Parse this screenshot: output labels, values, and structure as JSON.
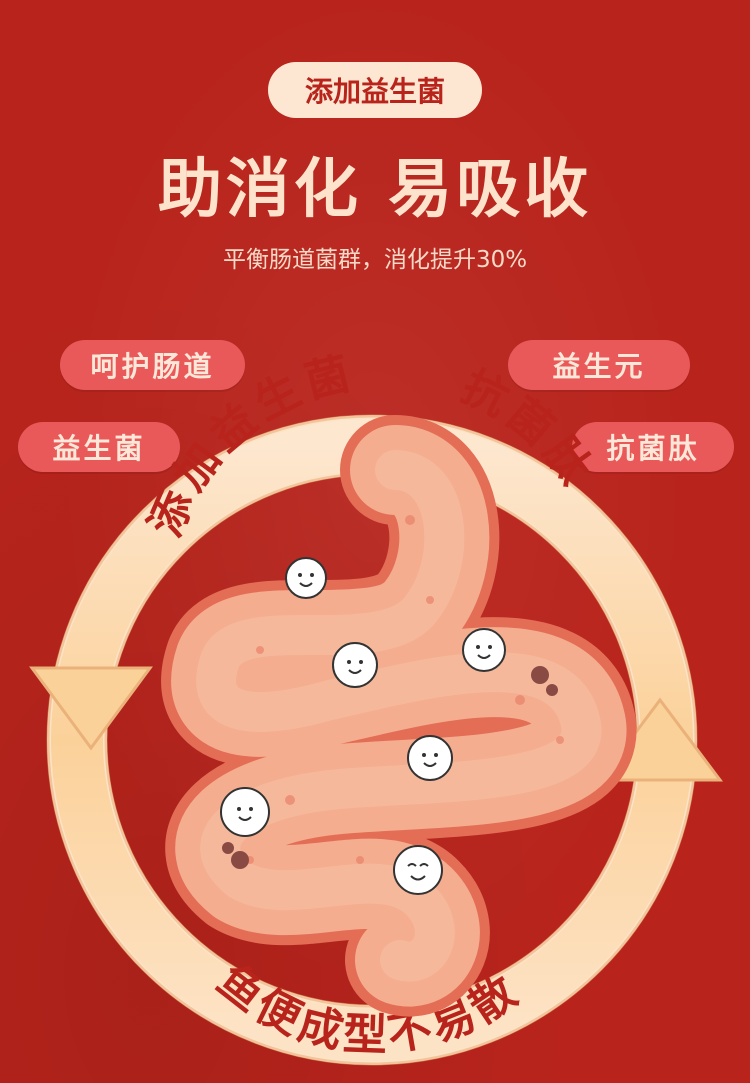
{
  "header": {
    "pill": "添加益生菌",
    "title": "助消化 易吸收",
    "subtitle": "平衡肠道菌群，消化提升30%"
  },
  "tags": [
    "呵护肠道",
    "益生元",
    "益生菌",
    "抗菌肽"
  ],
  "ring": {
    "top_left_text": "添加益生菌",
    "top_right_text": "抗菌肽",
    "bottom_text": "鱼便成型不易散"
  },
  "colors": {
    "background": "#b8241c",
    "pill": "#fde7d2",
    "tag": "#e9595a",
    "ring": "#fbd9a5",
    "ring_text": "#b8241c",
    "intestine": "#f2a98a"
  },
  "icons": [
    "probiotic-mascot-icon",
    "ring-arrow-left-icon",
    "ring-arrow-right-icon"
  ]
}
